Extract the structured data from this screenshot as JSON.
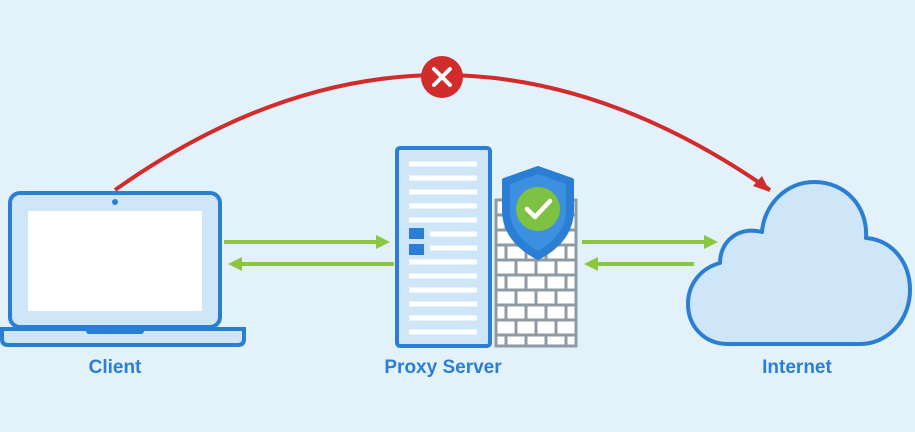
{
  "nodes": {
    "client": {
      "label": "Client",
      "icon": "laptop-icon"
    },
    "proxy": {
      "label": "Proxy Server",
      "icon": "server-icon",
      "shield_icon": "shield-check-icon",
      "wall_icon": "firewall-icon"
    },
    "internet": {
      "label": "Internet",
      "icon": "cloud-icon"
    }
  },
  "connections": [
    {
      "from": "client",
      "to": "proxy",
      "status": "allowed",
      "style": "double-arrow"
    },
    {
      "from": "proxy",
      "to": "internet",
      "status": "allowed",
      "style": "double-arrow"
    },
    {
      "from": "client",
      "to": "internet",
      "status": "blocked",
      "style": "arc",
      "marker": "x-icon"
    }
  ],
  "colors": {
    "background": "#e3f1fb",
    "outline": "#2a7fd4",
    "fill_light": "#cfe6f9",
    "label": "#2a7fd4",
    "allowed": "#8cc63f",
    "blocked": "#d12b2b",
    "shield_check": "#7dc242"
  }
}
